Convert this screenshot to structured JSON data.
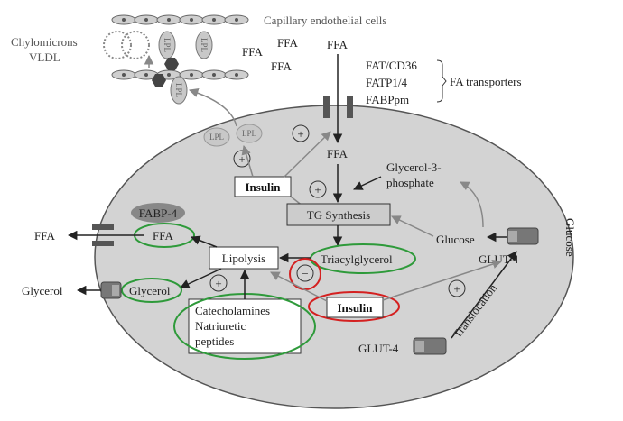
{
  "labels": {
    "capillary": "Capillary endothelial cells",
    "chylomicrons": "Chylomicrons",
    "vldl": "VLDL",
    "lpl": "LPL",
    "ffa": "FFA",
    "fat_cd36": "FAT/CD36",
    "fatp": "FATP1/4",
    "fabppm": "FABPpm",
    "fa_transporters": "FA transporters",
    "insulin": "Insulin",
    "tg_synthesis": "TG Synthesis",
    "glycerol3p_1": "Glycerol-3-",
    "glycerol3p_2": "phosphate",
    "fabp4": "FABP-4",
    "lipolysis": "Lipolysis",
    "triacylglycerol": "Triacylglycerol",
    "glucose": "Glucose",
    "glut4": "GLUT-4",
    "glycerol": "Glycerol",
    "catecholamines": "Catecholamines",
    "natriuretic": "Natriuretic",
    "peptides": "peptides",
    "translocation": "Translocation",
    "plus": "+",
    "minus": "−"
  },
  "colors": {
    "cell_fill": "#d3d3d3",
    "cell_stroke": "#555555",
    "green_ring": "#2e9a3a",
    "red_ring": "#d42020",
    "arrow_dark": "#222222",
    "arrow_gray": "#888888",
    "lpl_fill": "#c8c8c8"
  }
}
